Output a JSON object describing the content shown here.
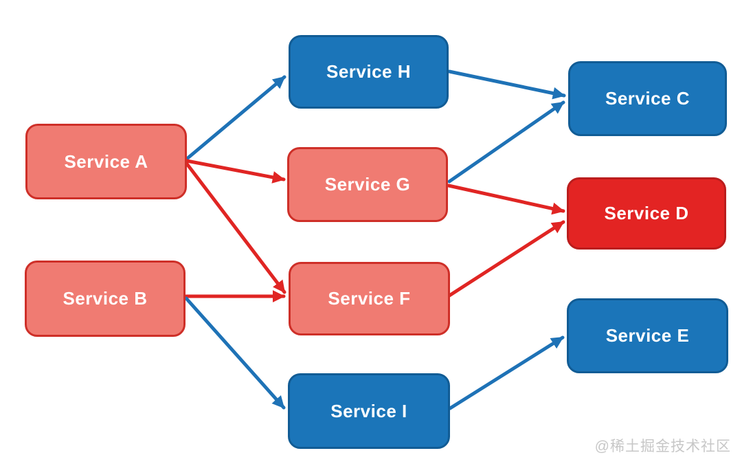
{
  "diagram": {
    "nodes": [
      {
        "id": "A",
        "label": "Service A",
        "style": "salmon"
      },
      {
        "id": "B",
        "label": "Service B",
        "style": "salmon"
      },
      {
        "id": "H",
        "label": "Service H",
        "style": "blue"
      },
      {
        "id": "G",
        "label": "Service G",
        "style": "salmon"
      },
      {
        "id": "F",
        "label": "Service F",
        "style": "salmon"
      },
      {
        "id": "I",
        "label": "Service I",
        "style": "blue"
      },
      {
        "id": "C",
        "label": "Service C",
        "style": "blue"
      },
      {
        "id": "D",
        "label": "Service D",
        "style": "red"
      },
      {
        "id": "E",
        "label": "Service E",
        "style": "blue"
      }
    ],
    "edges": [
      {
        "from": "Service A",
        "to": "Service H",
        "color": "blue"
      },
      {
        "from": "Service A",
        "to": "Service G",
        "color": "red"
      },
      {
        "from": "Service A",
        "to": "Service F",
        "color": "red"
      },
      {
        "from": "Service B",
        "to": "Service F",
        "color": "red"
      },
      {
        "from": "Service B",
        "to": "Service I",
        "color": "blue"
      },
      {
        "from": "Service H",
        "to": "Service C",
        "color": "blue"
      },
      {
        "from": "Service G",
        "to": "Service C",
        "color": "blue"
      },
      {
        "from": "Service G",
        "to": "Service D",
        "color": "red"
      },
      {
        "from": "Service F",
        "to": "Service D",
        "color": "red"
      },
      {
        "from": "Service I",
        "to": "Service E",
        "color": "blue"
      }
    ],
    "colors": {
      "salmon_fill": "#F07B72",
      "salmon_border": "#CE2F28",
      "blue_fill": "#1B75B9",
      "blue_border": "#115C95",
      "red_fill": "#E32423",
      "red_border": "#BB1D1D",
      "arrow_blue": "#1E72B6",
      "arrow_red": "#E02523",
      "node_text": "#FFFFFF",
      "watermark_text": "#C7C7C7"
    }
  },
  "watermark": "@稀土掘金技术社区"
}
